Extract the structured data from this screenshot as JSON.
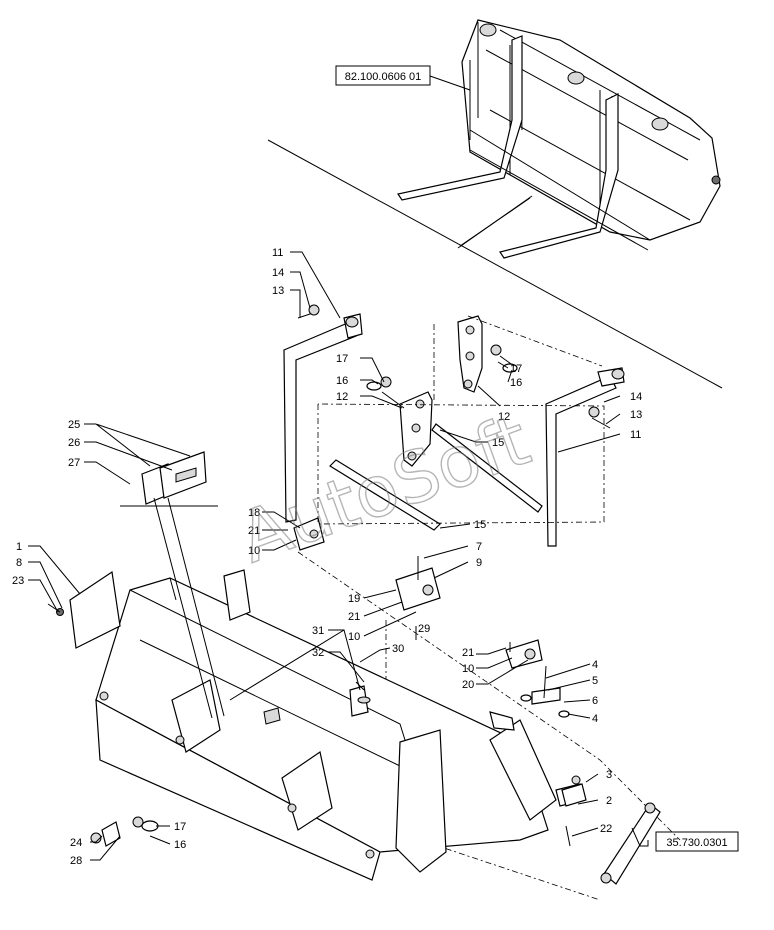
{
  "watermark": "AutoSoft",
  "references": [
    {
      "id": "ref-top",
      "text": "82.100.0606 01"
    },
    {
      "id": "ref-cylinder",
      "text": "35.730.0301"
    }
  ],
  "callouts": [
    "1",
    "2",
    "3",
    "4",
    "5",
    "6",
    "7",
    "8",
    "9",
    "10",
    "11",
    "12",
    "13",
    "14",
    "15",
    "16",
    "17",
    "18",
    "19",
    "20",
    "21",
    "22",
    "23",
    "24",
    "25",
    "26",
    "27",
    "28",
    "29",
    "30",
    "31",
    "32"
  ]
}
